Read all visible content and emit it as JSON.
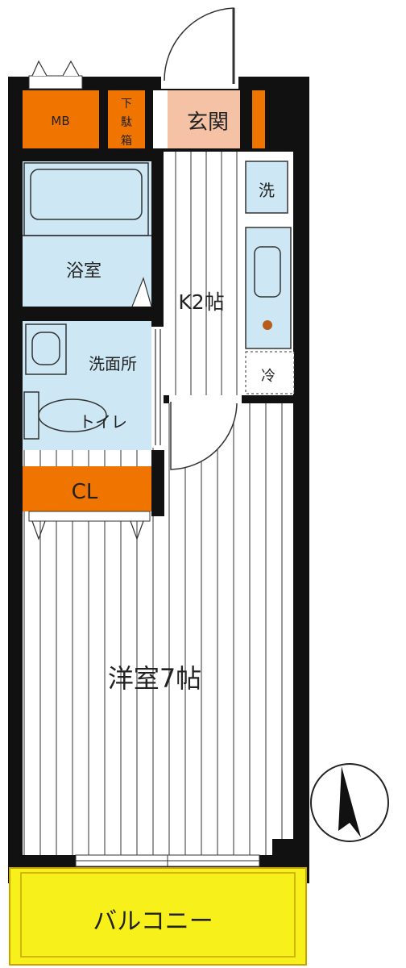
{
  "colors": {
    "wall": "#111111",
    "storage": "#f07400",
    "entrance": "#f5c2a6",
    "bath": "#cde8f4",
    "floor_line": "#555555",
    "balcony": "#f7f01a",
    "balcony_border": "#c8a400"
  },
  "rooms": {
    "mb": "MB",
    "shoe_box_line1": "下",
    "shoe_box_line2": "駄",
    "shoe_box_line3": "箱",
    "entrance": "玄関",
    "washer": "洗",
    "bath": "浴室",
    "kitchen": "K2帖",
    "washroom": "洗面所",
    "toilet": "トイレ",
    "fridge": "冷",
    "closet": "CL",
    "western_room": "洋室7帖",
    "balcony": "バルコニー"
  },
  "icons": {
    "compass": "north-arrow-icon"
  }
}
